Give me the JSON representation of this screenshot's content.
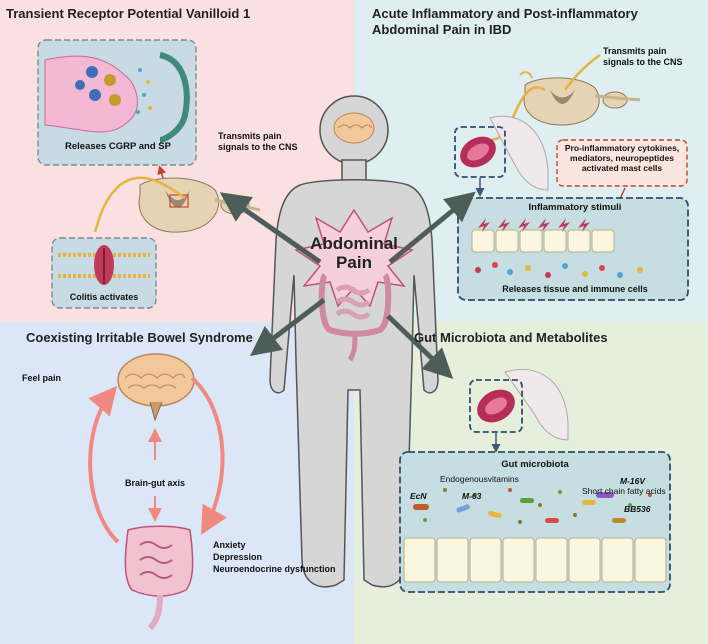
{
  "quadrants": {
    "trpv1": {
      "title": "Transient Receptor Potential Vanilloid 1",
      "synapse_label": "Releases CGRP and SP",
      "signal_label": "Transmits pain signals to the CNS",
      "membrane_label": "Colitis activates"
    },
    "ibd": {
      "title_line1": "Acute Inflammatory and Post-inflammatory",
      "title_line2": "Abdominal Pain in IBD",
      "signal_label": "Transmits pain signals to the CNS",
      "cytokine_label": "Pro-inflammatory cytokines, mediators, neuropeptides activated mast cells",
      "stimuli_label": "Inflammatory stimuli",
      "release_label": "Releases tissue and immune cells"
    },
    "ibs": {
      "title": "Coexisting Irritable Bowel Syndrome",
      "feel_pain": "Feel pain",
      "axis_label": "Brain-gut axis",
      "effect_1": "Anxiety",
      "effect_2": "Depression",
      "effect_3": "Neuroendocrine dysfunction"
    },
    "microbiota": {
      "title": "Gut Microbiota and Metabolites",
      "box_title": "Gut microbiota",
      "vitamins": "Endogenousvitamins",
      "strain_1": "M-16V",
      "strain_2": "M-63",
      "strain_3": "EcN",
      "scfa": "Short chain fatty acids",
      "strain_4": "BB536"
    }
  },
  "center": {
    "title_line1": "Abdominal",
    "title_line2": "Pain"
  },
  "colors": {
    "pink_bg": "#fbe0e2",
    "teal_bg": "#dfeef0",
    "blue_bg": "#dbe7f6",
    "green_bg": "#e6efdc",
    "arrow": "#4d5e59",
    "burst": "#e89bb5",
    "cycle_arrow": "#f08a80"
  }
}
